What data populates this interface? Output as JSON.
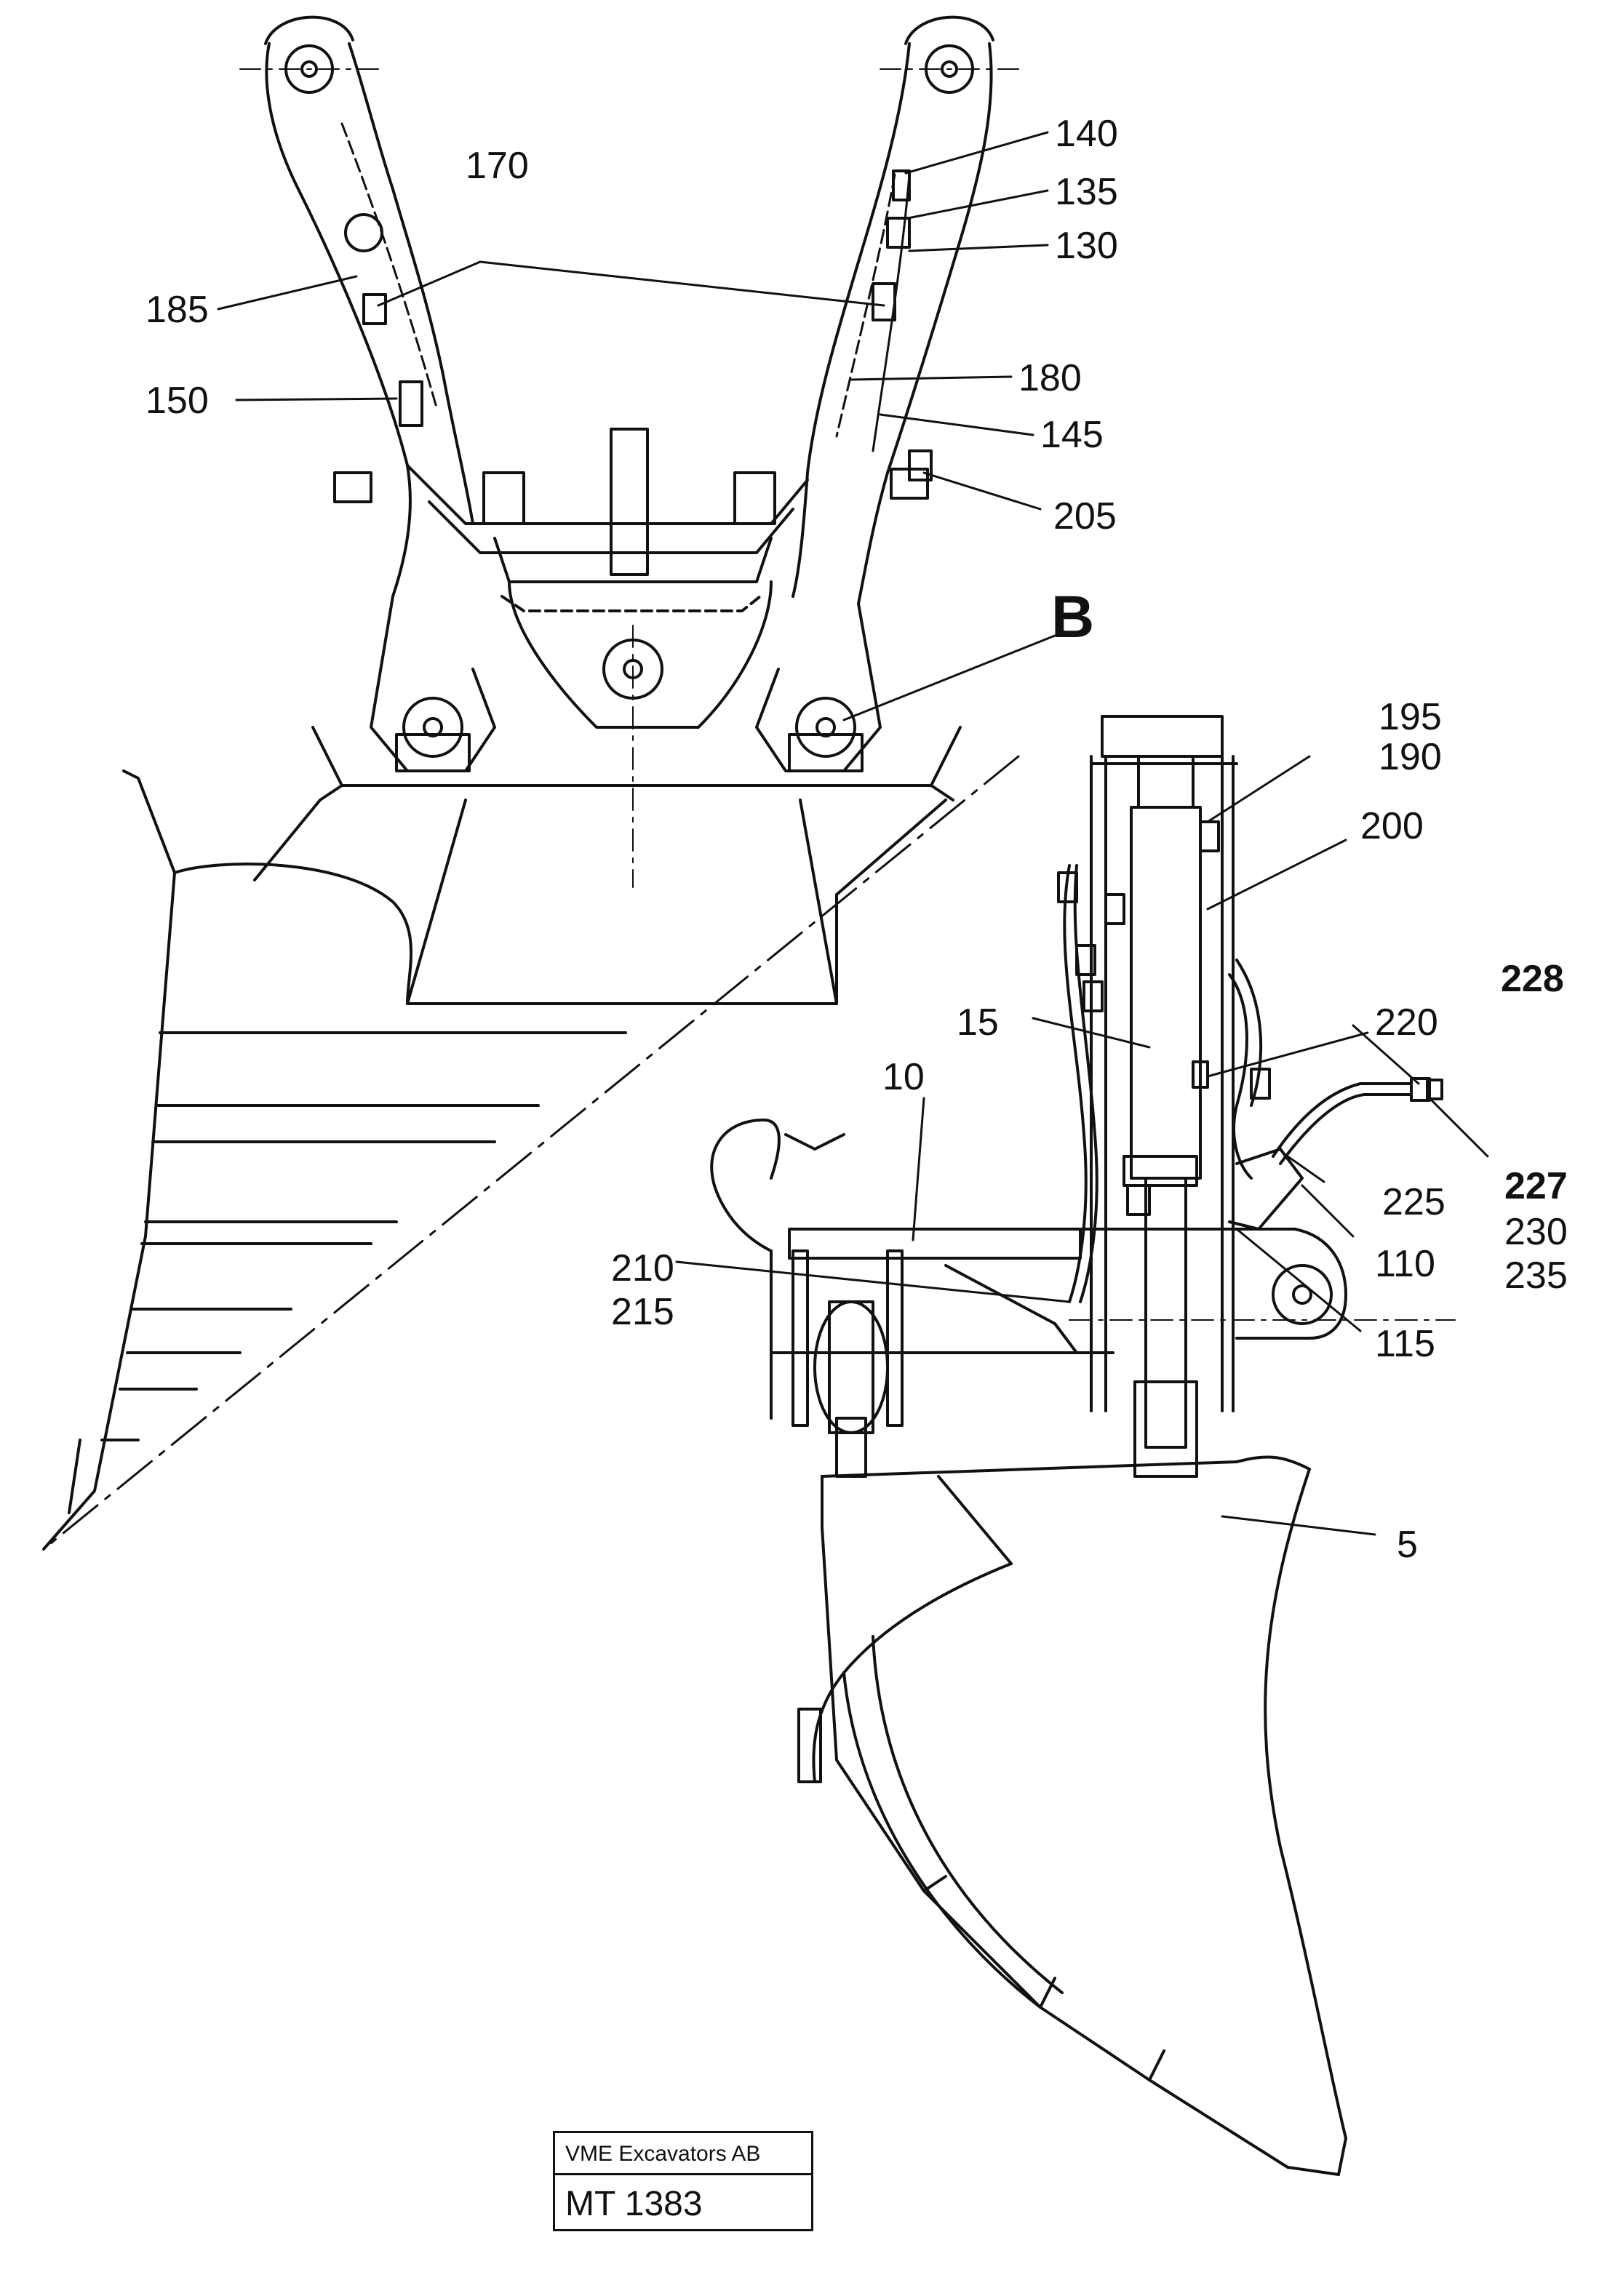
{
  "diagram": {
    "callouts": [
      {
        "id": "c170",
        "text": "170"
      },
      {
        "id": "c140",
        "text": "140"
      },
      {
        "id": "c135",
        "text": "135"
      },
      {
        "id": "c130",
        "text": "130"
      },
      {
        "id": "c185",
        "text": "185"
      },
      {
        "id": "c180",
        "text": "180"
      },
      {
        "id": "c150",
        "text": "150"
      },
      {
        "id": "c145",
        "text": "145"
      },
      {
        "id": "c205",
        "text": "205"
      },
      {
        "id": "cB",
        "text": "B"
      },
      {
        "id": "c195",
        "text": "195"
      },
      {
        "id": "c190",
        "text": "190"
      },
      {
        "id": "c200",
        "text": "200"
      },
      {
        "id": "c228",
        "text": "228"
      },
      {
        "id": "c15",
        "text": "15"
      },
      {
        "id": "c220",
        "text": "220"
      },
      {
        "id": "c10",
        "text": "10"
      },
      {
        "id": "c225",
        "text": "225"
      },
      {
        "id": "c227",
        "text": "227"
      },
      {
        "id": "c110",
        "text": "110"
      },
      {
        "id": "c230",
        "text": "230"
      },
      {
        "id": "c210",
        "text": "210"
      },
      {
        "id": "c215",
        "text": "215"
      },
      {
        "id": "c235",
        "text": "235"
      },
      {
        "id": "c115",
        "text": "115"
      },
      {
        "id": "c5",
        "text": "5"
      }
    ]
  },
  "title_block": {
    "company": "VME Excavators AB",
    "document_number": "MT 1383"
  }
}
